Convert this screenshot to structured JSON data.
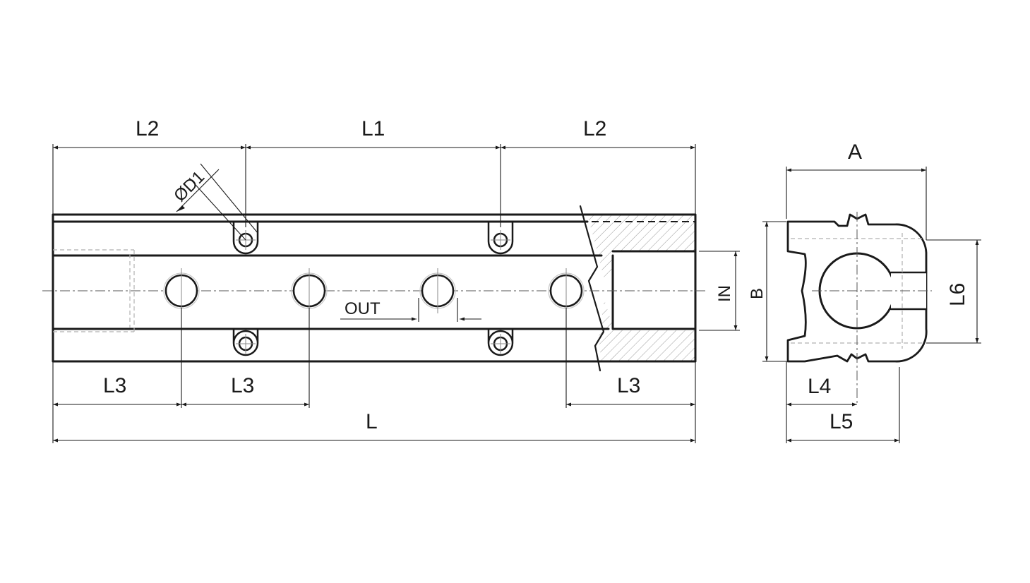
{
  "dimensions": {
    "L": "L",
    "L1": "L1",
    "L2": "L2",
    "L3": "L3",
    "L4": "L4",
    "L5": "L5",
    "L6": "L6",
    "A": "A",
    "B": "B",
    "D1": "ØD1"
  },
  "ports": {
    "out": "OUT",
    "in": "IN"
  }
}
